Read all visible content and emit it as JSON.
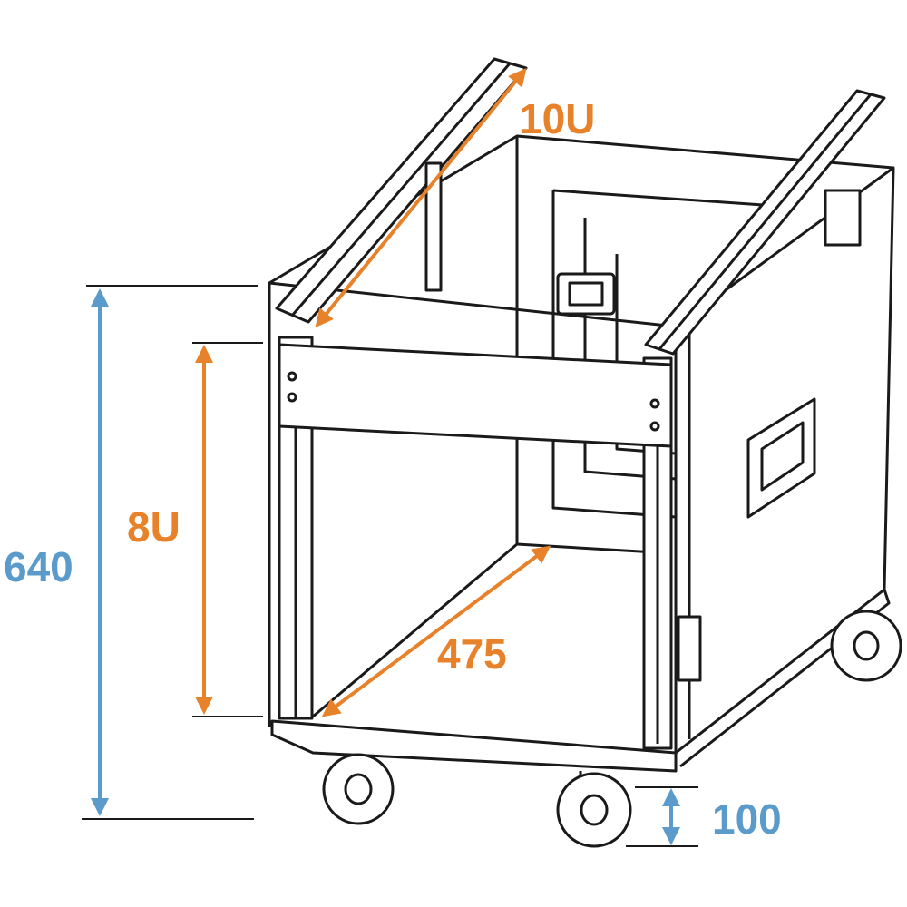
{
  "colors": {
    "orange": "#e8822a",
    "blue": "#5b9bcb",
    "line": "#1a1a1a"
  },
  "dimensions": {
    "rack_top": "10U",
    "rack_front": "8U",
    "depth": "475",
    "height": "640",
    "wheel_height": "100"
  }
}
